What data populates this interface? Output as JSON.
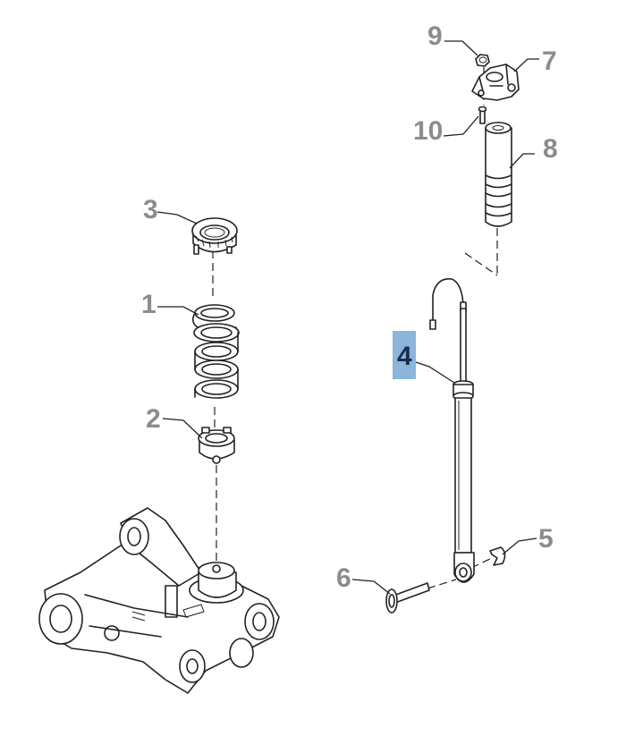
{
  "callouts": [
    {
      "id": "1",
      "label": "1",
      "selected": false
    },
    {
      "id": "2",
      "label": "2",
      "selected": false
    },
    {
      "id": "3",
      "label": "3",
      "selected": false
    },
    {
      "id": "4",
      "label": "4",
      "selected": true
    },
    {
      "id": "5",
      "label": "5",
      "selected": false
    },
    {
      "id": "6",
      "label": "6",
      "selected": false
    },
    {
      "id": "7",
      "label": "7",
      "selected": false
    },
    {
      "id": "8",
      "label": "8",
      "selected": false
    },
    {
      "id": "9",
      "label": "9",
      "selected": false
    },
    {
      "id": "10",
      "label": "10",
      "selected": false
    }
  ],
  "colors": {
    "callout_text": "#8c8c8c",
    "selected_text": "#1b2f4d",
    "selected_highlight": "#8db4da",
    "line_art": "#222222",
    "part_fill": "#ffffff"
  }
}
